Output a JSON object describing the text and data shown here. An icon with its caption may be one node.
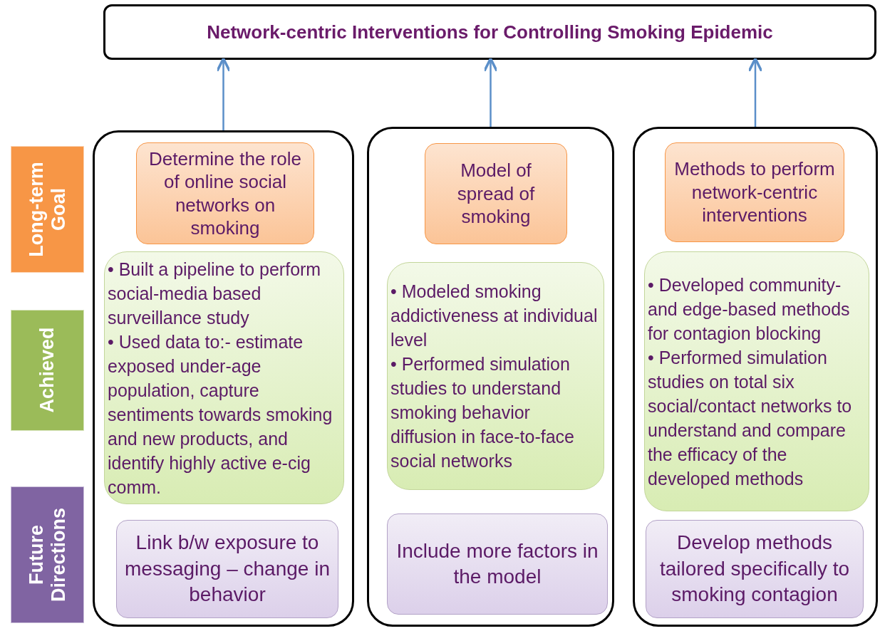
{
  "diagram": {
    "nodes": [
      {
        "text": [
          "Network-centric Interventions for Controlling Smoking Epidemic"
        ]
      },
      {
        "text": [
          "Long-term Goal"
        ]
      },
      {
        "text": [
          "Achieved"
        ]
      },
      {
        "text": [
          "Future Directions"
        ]
      },
      {
        "text": [],
        "shape": "box"
      },
      {
        "text": [
          "Determine the role of online social networks on smoking"
        ],
        "in": 4
      },
      {
        "text": [
          "• Built a pipeline to perform social-media based surveillance study",
          "• Used data to:- estimate exposed under-age population, capture sentiments towards smoking and new products, and identify highly active e-cig comm."
        ],
        "in": 4
      },
      {
        "text": [
          "Link b/w exposure to messaging – change in behavior"
        ],
        "in": 4
      },
      {
        "text": [],
        "shape": "box"
      },
      {
        "text": [
          "Model of spread of smoking"
        ],
        "in": 8
      },
      {
        "text": [
          "• Modeled smoking addictiveness at individual level",
          "• Performed simulation studies to understand smoking behavior diffusion in face-to-face social networks"
        ],
        "in": 8
      },
      {
        "text": [
          "Include more factors in the model"
        ],
        "in": 8
      },
      {
        "text": [],
        "shape": "box"
      },
      {
        "text": [
          "Methods to perform network-centric interventions"
        ],
        "in": 12
      },
      {
        "text": [
          "• Developed community- and edge-based methods for contagion blocking",
          "• Performed simulation studies on total six social/contact networks to understand and compare the efficacy of the developed methods"
        ],
        "in": 12
      },
      {
        "text": [
          "Develop methods tailored specifically to smoking contagion"
        ],
        "in": 12
      }
    ],
    "edges": [
      {
        "from": 4,
        "to": 0,
        "arrow": "to"
      },
      {
        "from": 8,
        "to": 0,
        "arrow": "to"
      },
      {
        "from": 12,
        "to": 0,
        "arrow": "to"
      }
    ]
  }
}
